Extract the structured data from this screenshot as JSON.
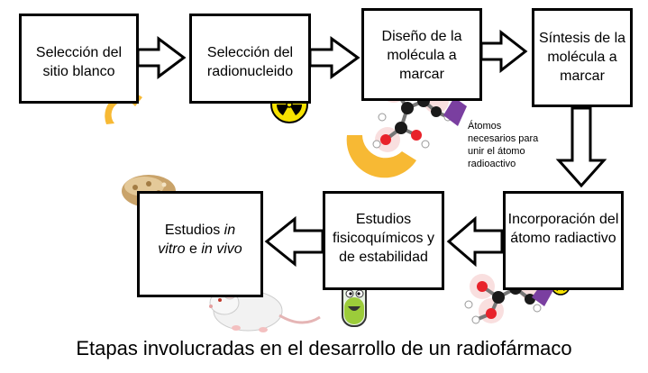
{
  "steps": [
    {
      "id": "s1",
      "label": "Selección del sitio blanco"
    },
    {
      "id": "s2",
      "label": "Selección del radionucleido"
    },
    {
      "id": "s3",
      "label": "Diseño de la molécula a marcar"
    },
    {
      "id": "s4",
      "label": "Síntesis de la molécula a marcar"
    },
    {
      "id": "s5",
      "label": "Incorporación del átomo radiactivo"
    },
    {
      "id": "s6",
      "label": "Estudios fisicoquímicos y de estabilidad"
    },
    {
      "id": "s7",
      "parts": {
        "a": "Estudios ",
        "b": "in",
        "c": " ",
        "d": "vitro",
        "e": " e ",
        "f": "in vivo"
      }
    }
  ],
  "note": "Átomos necesarios para unir el átomo radioactivo",
  "caption": "Etapas involucradas en el desarrollo de un radiofármaco",
  "colors": {
    "accent": "#f7b934",
    "purple": "#7a3fa0",
    "radiation": "#f6e200",
    "oxygen": "#e8222a",
    "carbon": "#1a1a1a"
  }
}
